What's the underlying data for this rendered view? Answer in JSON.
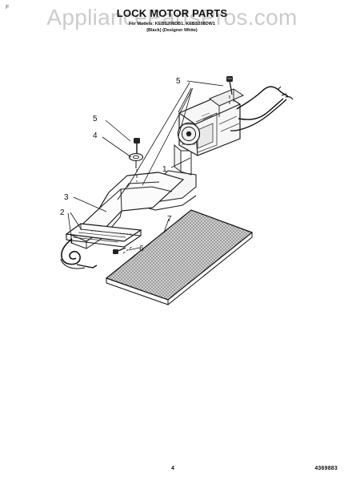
{
  "header": {
    "corner_mark": "F",
    "watermark": "AppliancePartsPros.com",
    "title": "LOCK MOTOR PARTS",
    "subtitle_line1": "For Models: KEBS208DB1, KEBS208DW1",
    "subtitle_line2": "(Black)   (Designer White)"
  },
  "diagram": {
    "callouts": [
      {
        "id": "5a",
        "label": "5"
      },
      {
        "id": "5b",
        "label": "5"
      },
      {
        "id": "4",
        "label": "4"
      },
      {
        "id": "1",
        "label": "1"
      },
      {
        "id": "3",
        "label": "3"
      },
      {
        "id": "2",
        "label": "2"
      },
      {
        "id": "7",
        "label": "7"
      },
      {
        "id": "6",
        "label": "6"
      }
    ]
  },
  "footer": {
    "page_number": "4",
    "doc_number": "4369883"
  }
}
